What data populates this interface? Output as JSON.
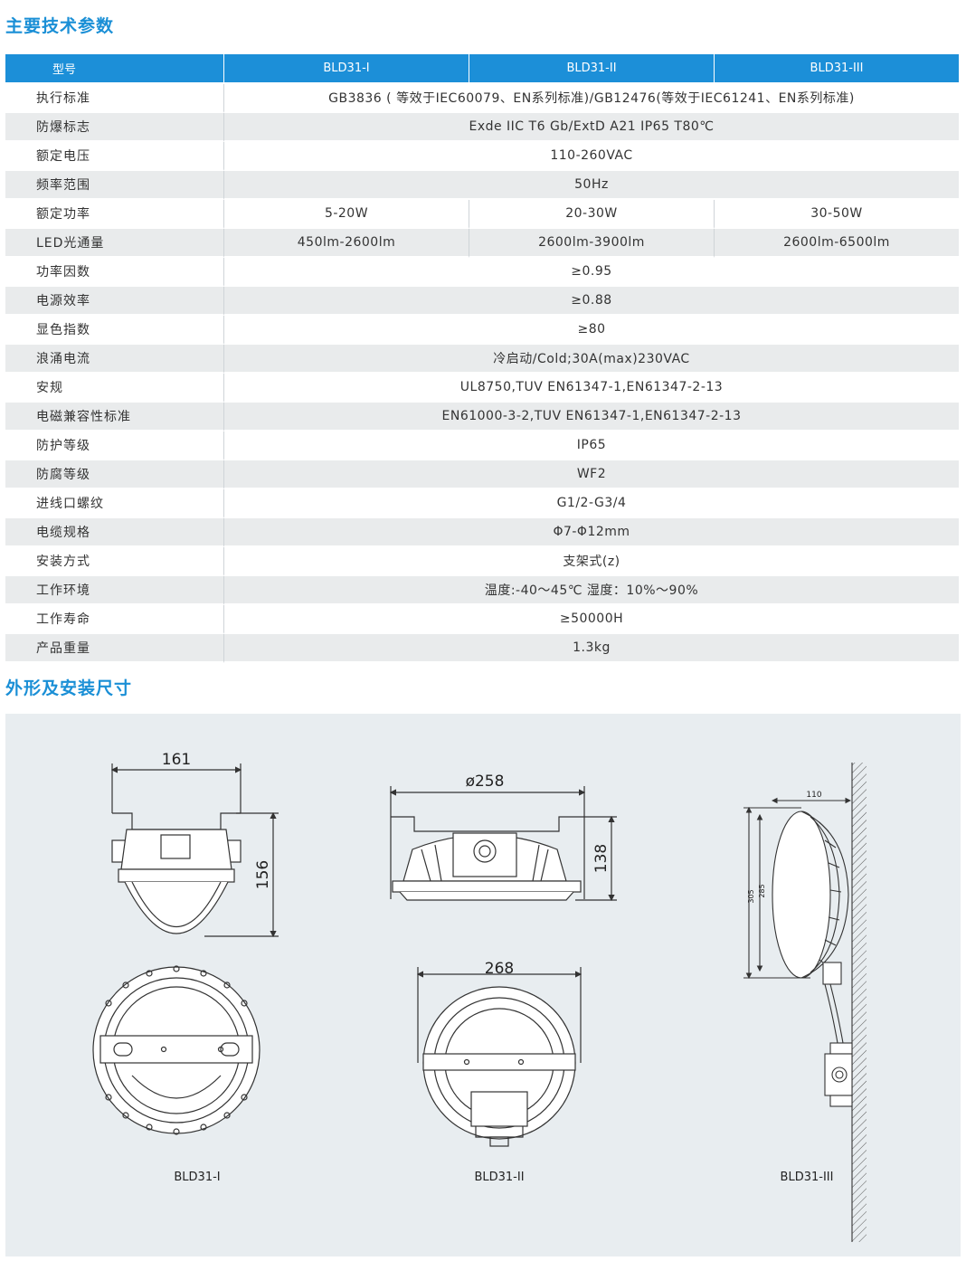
{
  "sections": {
    "spec_title": "主要技术参数",
    "dims_title": "外形及安装尺寸"
  },
  "table": {
    "header": [
      "型号",
      "BLD31-I",
      "BLD31-II",
      "BLD31-III"
    ],
    "rows": [
      {
        "label": "执行标准",
        "value": "GB3836 ( 等效于IEC60079、EN系列标准)/GB12476(等效于IEC61241、EN系列标准)"
      },
      {
        "label": "防爆标志",
        "value": "Exde IIC T6 Gb/ExtD A21 IP65 T80℃"
      },
      {
        "label": "额定电压",
        "value": "110-260VAC"
      },
      {
        "label": "频率范围",
        "value": "50Hz"
      },
      {
        "label": "额定功率",
        "values": [
          "5-20W",
          "20-30W",
          "30-50W"
        ]
      },
      {
        "label": "LED光通量",
        "values": [
          "450lm-2600lm",
          "2600lm-3900lm",
          "2600lm-6500lm"
        ]
      },
      {
        "label": "功率因数",
        "value": "≥0.95"
      },
      {
        "label": "电源效率",
        "value": "≥0.88"
      },
      {
        "label": "显色指数",
        "value": "≥80"
      },
      {
        "label": "浪涌电流",
        "value": "冷启动/Cold;30A(max)230VAC"
      },
      {
        "label": "安规",
        "value": "UL8750,TUV EN61347-1,EN61347-2-13"
      },
      {
        "label": "电磁兼容性标准",
        "value": "EN61000-3-2,TUV EN61347-1,EN61347-2-13"
      },
      {
        "label": "防护等级",
        "value": "IP65"
      },
      {
        "label": "防腐等级",
        "value": "WF2"
      },
      {
        "label": "进线口螺纹",
        "value": "G1/2-G3/4"
      },
      {
        "label": "电缆规格",
        "value": "Φ7-Φ12mm"
      },
      {
        "label": "安装方式",
        "value": "支架式(z)"
      },
      {
        "label": "工作环境",
        "value": "温度:-40～45℃ 湿度：10%～90%"
      },
      {
        "label": "工作寿命",
        "value": "≥50000H"
      },
      {
        "label": "产品重量",
        "value": "1.3kg"
      }
    ]
  },
  "drawings": {
    "d1": {
      "width": "161",
      "height": "156",
      "caption": "BLD31-I"
    },
    "d2": {
      "width": "ø258",
      "height": "138",
      "bottom_width": "268",
      "caption": "BLD31-II"
    },
    "d3": {
      "width": "110",
      "height_outer": "305",
      "height_inner": "285",
      "caption": "BLD31-III"
    }
  },
  "colors": {
    "accent": "#1a8fd6",
    "header_bg": "#1c8fd8",
    "row_alt": "#e9ebec",
    "panel_bg": "#e8edf0"
  }
}
